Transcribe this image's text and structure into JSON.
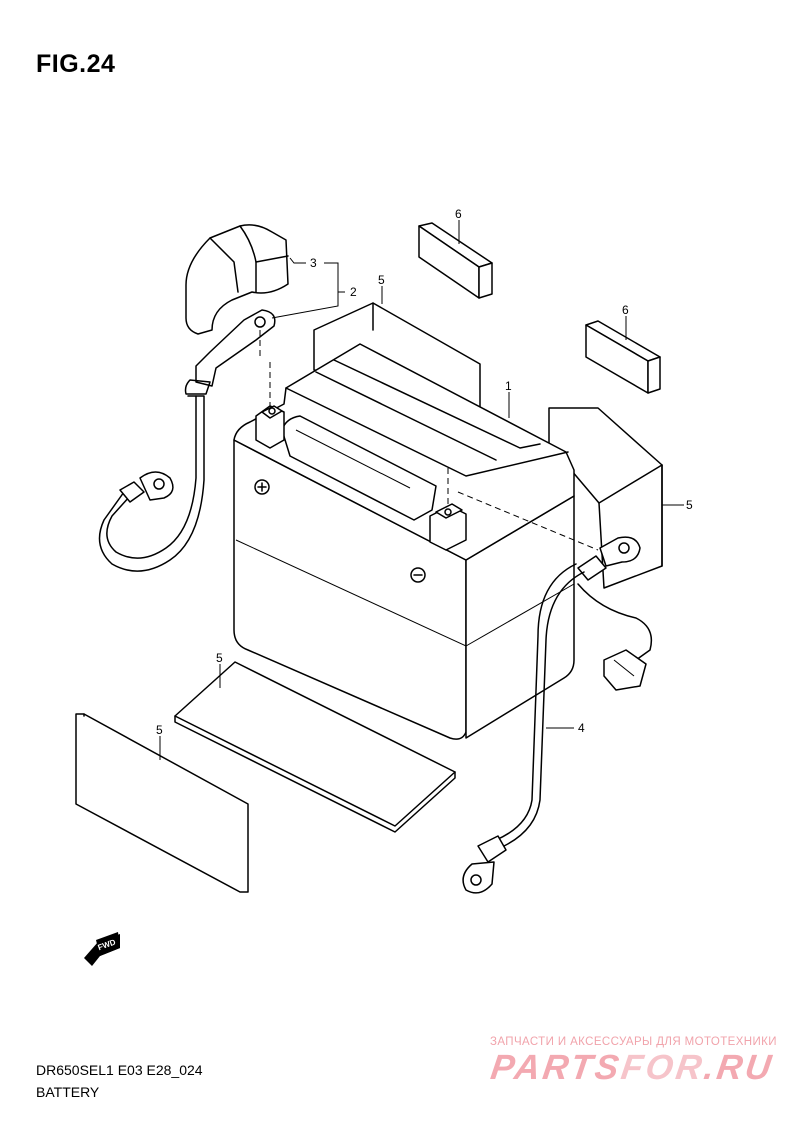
{
  "figure": {
    "title": "FIG.24",
    "model_code": "DR650SEL1 E03 E28_024",
    "section_name": "BATTERY"
  },
  "callouts": [
    {
      "ref": "1",
      "part": "battery"
    },
    {
      "ref": "2",
      "part": "positive-lead"
    },
    {
      "ref": "3",
      "part": "terminal-cover"
    },
    {
      "ref": "4",
      "part": "negative-lead"
    },
    {
      "ref": "5",
      "part": "cushion"
    },
    {
      "ref": "6",
      "part": "pad"
    }
  ],
  "fwd_marker": "FWD",
  "watermark": {
    "tagline": "ЗАПЧАСТИ И АКСЕССУАРЫ ДЛЯ МОТОТЕХНИКИ",
    "logo_main": "PARTS",
    "logo_accent": "FOR",
    "logo_tld": ".RU"
  }
}
